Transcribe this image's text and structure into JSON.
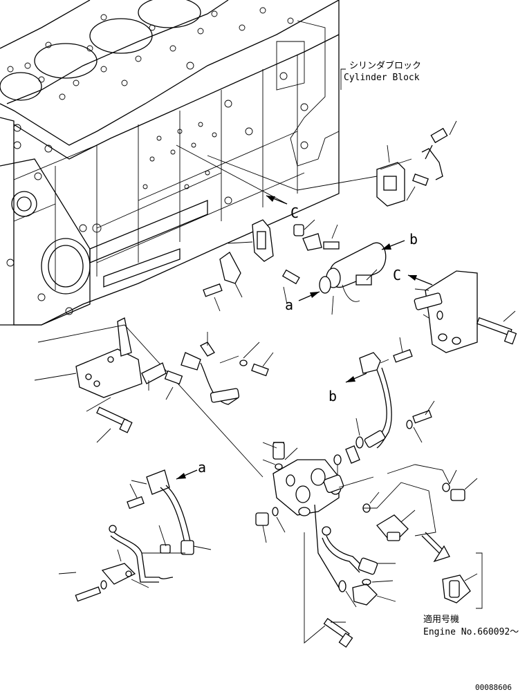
{
  "labels": {
    "cylinder_block_jp": "シリンダブロック",
    "cylinder_block_en": "Cylinder Block",
    "applicable_jp": "適用号機",
    "engine_no": "Engine No.660092～",
    "drawing_no": "00088606"
  },
  "callouts": {
    "a_upper": "a",
    "a_lower": "a",
    "b_upper": "b",
    "b_lower": "b",
    "c_upper": "C",
    "c_lower": "C"
  }
}
